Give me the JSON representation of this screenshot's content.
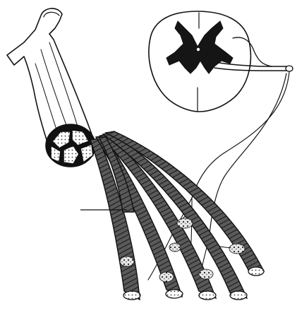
{
  "figure": {
    "colors": {
      "ink": "#111111",
      "paper": "#ffffff",
      "fiber_shade": "#4a4a4a",
      "gray_matter": "#151515",
      "endplate": "#d8d8d8"
    },
    "parts": [
      "whole-muscle",
      "muscle-cross-section-fascicles",
      "spinal-cord-cross-section",
      "gray-matter-butterfly",
      "motor-nerve",
      "muscle-fibers",
      "motor-end-plates",
      "label-pointer-line"
    ],
    "muscle_fiber_count": 6,
    "end_plate_count": 6
  }
}
